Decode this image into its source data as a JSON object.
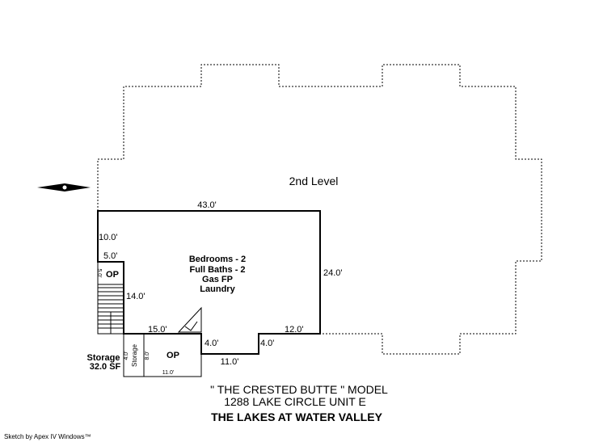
{
  "level_label": "2nd Level",
  "dimensions": {
    "top": "43.0'",
    "left_upper": "10.0'",
    "left_step": "5.0'",
    "op_small_side": "5.0'",
    "left_lower": "14.0'",
    "right": "24.0'",
    "bottom_left": "15.0'",
    "notch_left": "4.0'",
    "notch_bottom": "11.0'",
    "notch_right": "4.0'",
    "bottom_right": "12.0'",
    "storage_width": "4.0'",
    "porch_depth": "8.0'",
    "porch_width": "11.0'"
  },
  "room_features": [
    "Bedrooms - 2",
    "Full Baths - 2",
    "Gas FP",
    "Laundry"
  ],
  "open_porch_label": "OP",
  "storage": {
    "inner_label": "Storage",
    "outer_label": "Storage",
    "area": "32.0 SF"
  },
  "model_line": "\" THE CRESTED BUTTE \" MODEL",
  "address_line": "1288 LAKE CIRCLE UNIT E",
  "community_line": "THE LAKES AT WATER VALLEY",
  "footer": "Sketch by Apex IV Windows™"
}
